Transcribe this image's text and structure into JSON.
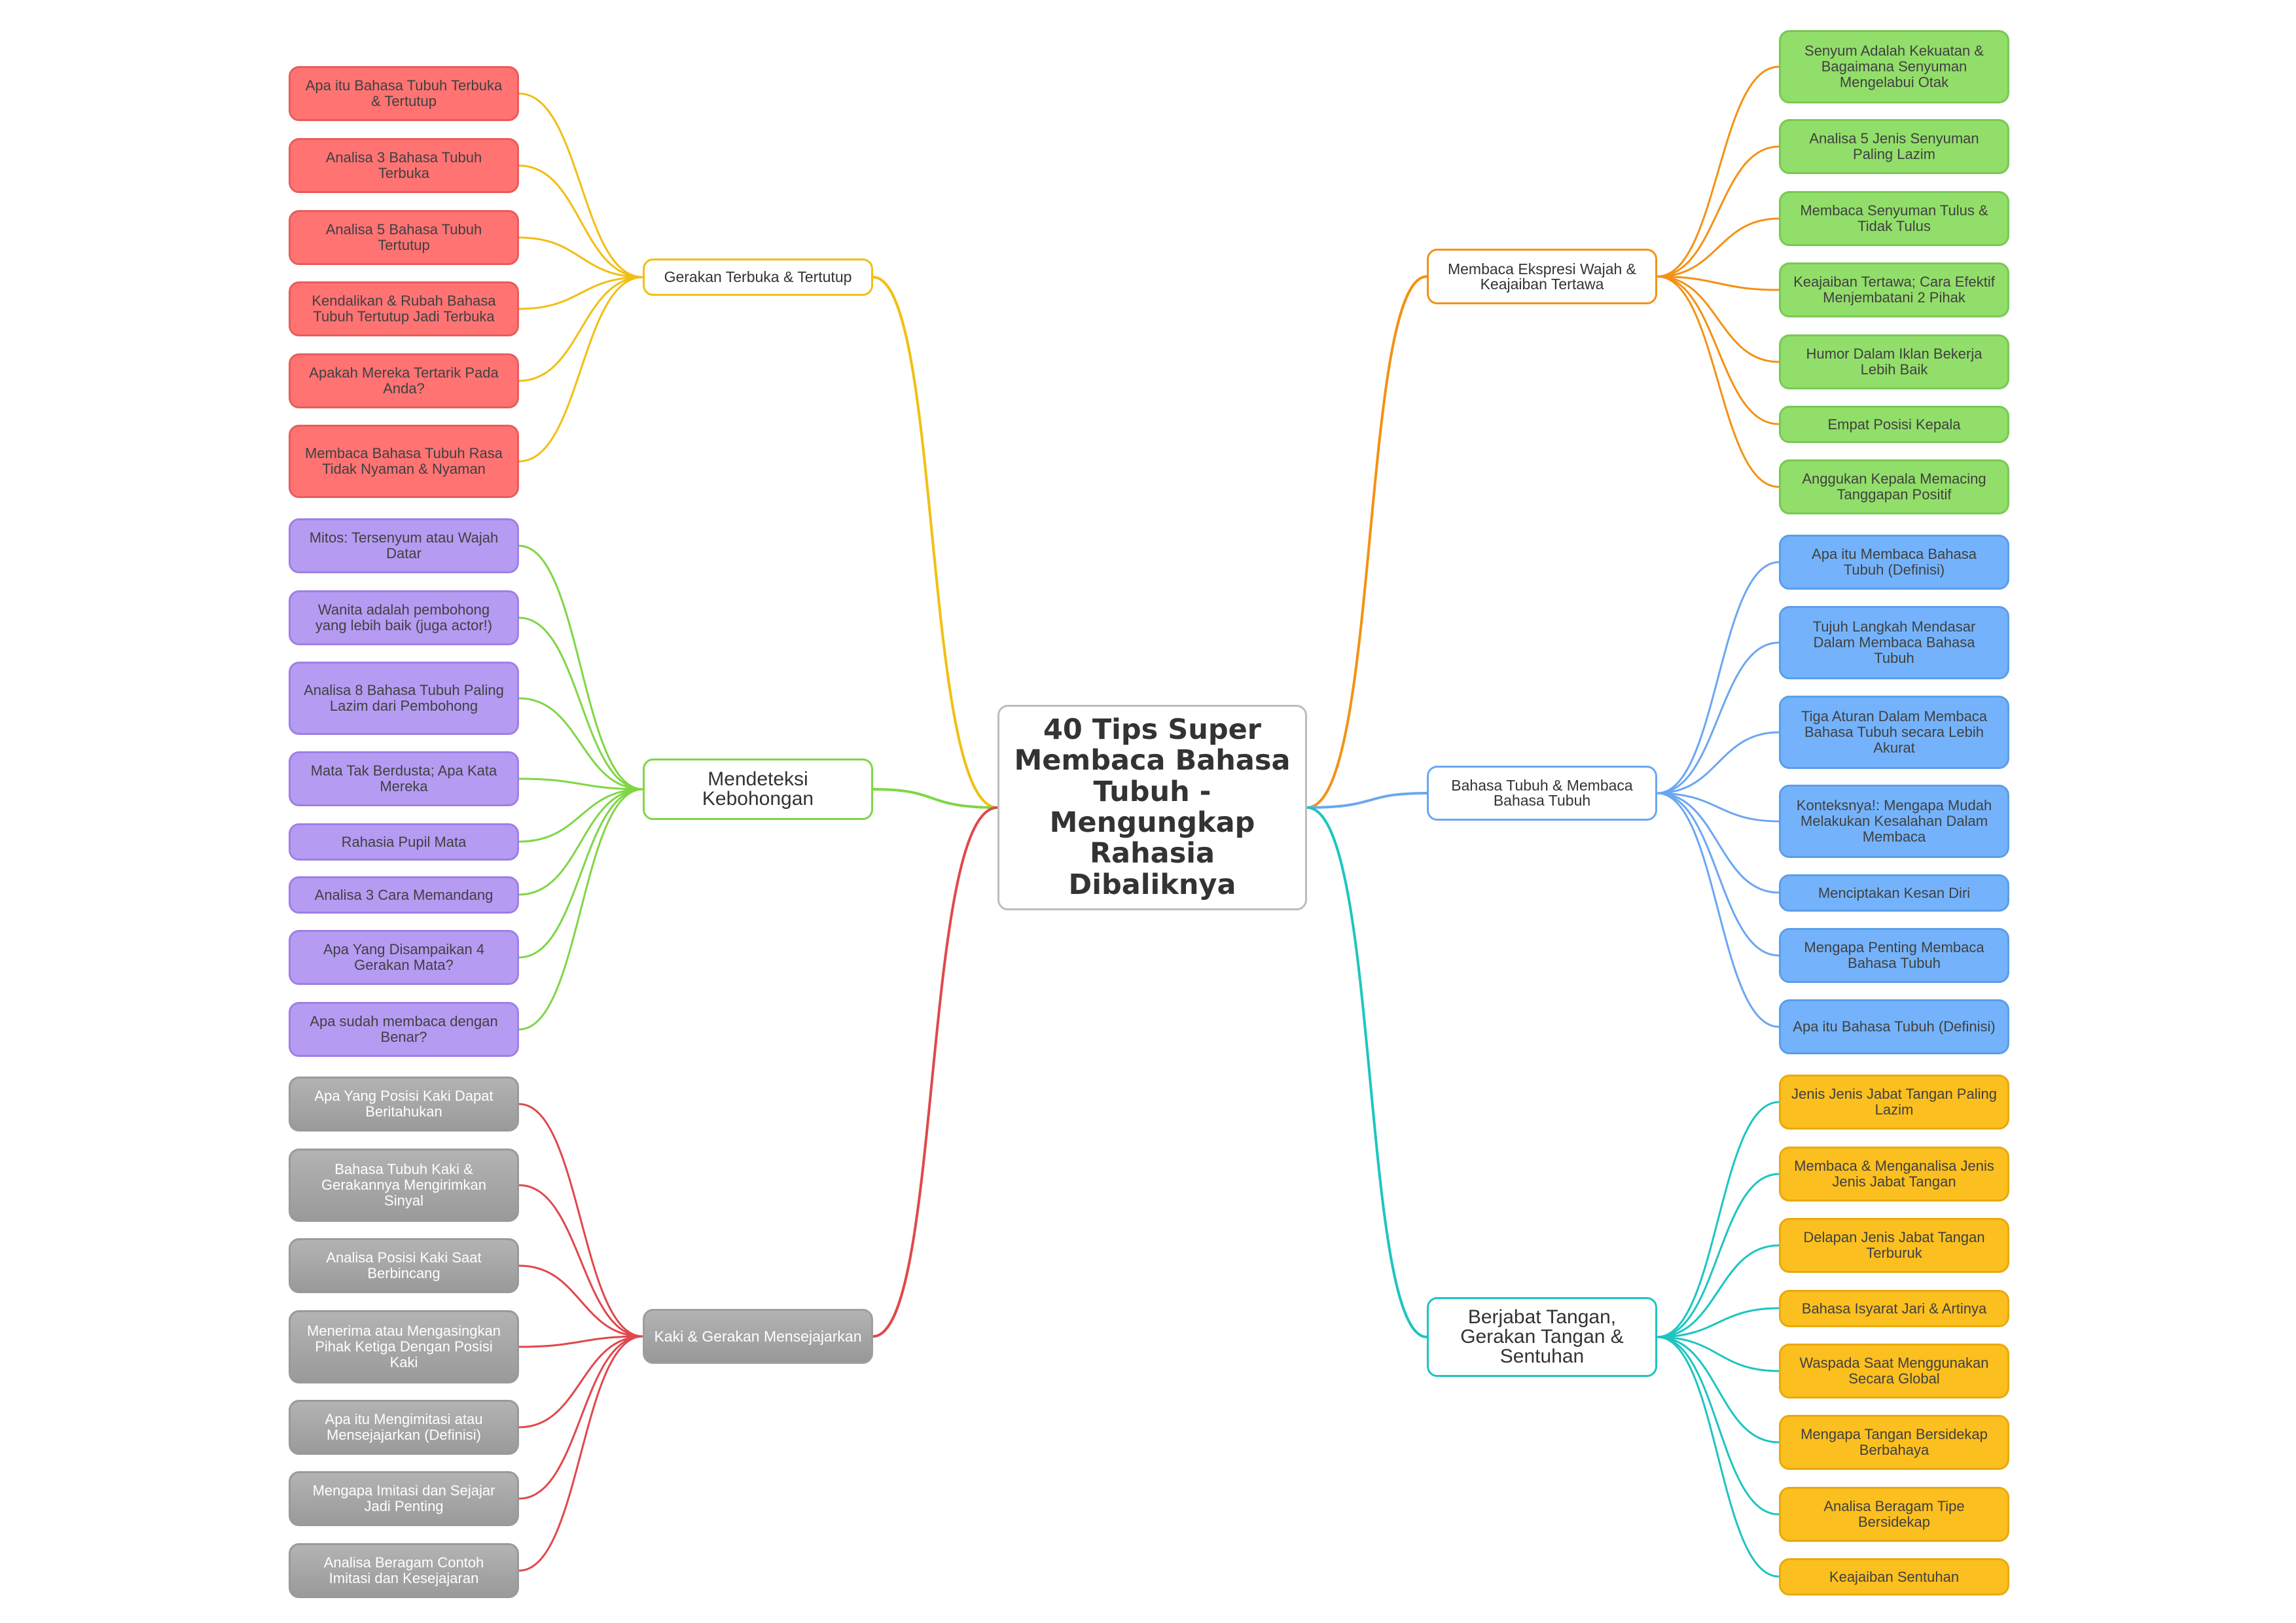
{
  "center": {
    "label": "40 Tips Super Membaca Bahasa Tubuh - Mengungkap Rahasia Dibaliknya"
  },
  "branches": [
    {
      "id": "gerakan",
      "label": "Gerakan Terbuka & Tertutup",
      "line_color": "#f1bf12",
      "leaf_style": "red",
      "children": [
        "Apa itu Bahasa Tubuh Terbuka & Tertutup",
        "Analisa 3 Bahasa Tubuh Terbuka",
        "Analisa 5 Bahasa Tubuh Tertutup",
        "Kendalikan & Rubah Bahasa Tubuh Tertutup Jadi Terbuka",
        "Apakah Mereka Tertarik Pada Anda?",
        "Membaca Bahasa Tubuh Rasa Tidak Nyaman & Nyaman"
      ]
    },
    {
      "id": "mendeteksi",
      "label": "Mendeteksi Kebohongan",
      "line_color": "#7fd646",
      "leaf_style": "purple",
      "children": [
        "Mitos: Tersenyum atau Wajah Datar",
        "Wanita adalah pembohong yang lebih baik (juga actor!)",
        "Analisa 8 Bahasa Tubuh Paling Lazim dari Pembohong",
        "Mata Tak Berdusta; Apa Kata Mereka",
        "Rahasia Pupil Mata",
        "Analisa 3 Cara Memandang",
        "Apa Yang Disampaikan 4 Gerakan Mata?",
        "Apa sudah membaca dengan Benar?"
      ]
    },
    {
      "id": "kaki",
      "label": "Kaki & Gerakan Mensejajarkan",
      "line_color": "#e0484b",
      "leaf_style": "gray",
      "children": [
        "Apa Yang Posisi Kaki Dapat Beritahukan",
        "Bahasa Tubuh Kaki & Gerakannya Mengirimkan Sinyal",
        "Analisa Posisi Kaki Saat Berbincang",
        "Menerima atau Mengasingkan Pihak Ketiga Dengan Posisi Kaki",
        "Apa itu Mengimitasi atau Mensejajarkan (Definisi)",
        "Mengapa Imitasi dan Sejajar Jadi Penting",
        "Analisa Beragam Contoh Imitasi dan Kesejajaran"
      ]
    },
    {
      "id": "ekspresi",
      "label": "Membaca Ekspresi Wajah & Keajaiban Tertawa",
      "line_color": "#f39214",
      "leaf_style": "green",
      "children": [
        "Senyum Adalah Kekuatan & Bagaimana Senyuman Mengelabui Otak",
        "Analisa 5 Jenis Senyuman Paling Lazim",
        "Membaca Senyuman Tulus & Tidak Tulus",
        "Keajaiban Tertawa; Cara Efektif Menjembatani 2 Pihak",
        "Humor Dalam Iklan Bekerja Lebih Baik",
        "Empat Posisi Kepala",
        "Anggukan Kepala Memacing Tanggapan Positif"
      ]
    },
    {
      "id": "bahasa",
      "label": "Bahasa Tubuh & Membaca Bahasa Tubuh",
      "line_color": "#6aa7f2",
      "leaf_style": "blue",
      "children": [
        "Apa itu Membaca Bahasa Tubuh (Definisi)",
        "Tujuh Langkah Mendasar Dalam Membaca Bahasa Tubuh",
        "Tiga Aturan Dalam Membaca Bahasa Tubuh secara Lebih Akurat",
        "Konteksnya!: Mengapa Mudah Melakukan Kesalahan Dalam Membaca",
        "Menciptakan Kesan Diri",
        "Mengapa Penting Membaca Bahasa Tubuh",
        "Apa itu Bahasa Tubuh (Definisi)"
      ]
    },
    {
      "id": "berjabat",
      "label": "Berjabat Tangan, Gerakan Tangan & Sentuhan",
      "line_color": "#1cc5c1",
      "leaf_style": "yellow",
      "children": [
        "Jenis Jenis Jabat Tangan Paling Lazim",
        "Membaca & Menganalisa Jenis Jenis Jabat Tangan",
        "Delapan Jenis Jabat Tangan Terburuk",
        "Bahasa Isyarat Jari & Artinya",
        "Waspada Saat Menggunakan Secara Global",
        "Mengapa Tangan Bersidekap Berbahaya",
        "Analisa Beragam Tipe Bersidekap",
        "Keajaiban Sentuhan"
      ]
    }
  ]
}
